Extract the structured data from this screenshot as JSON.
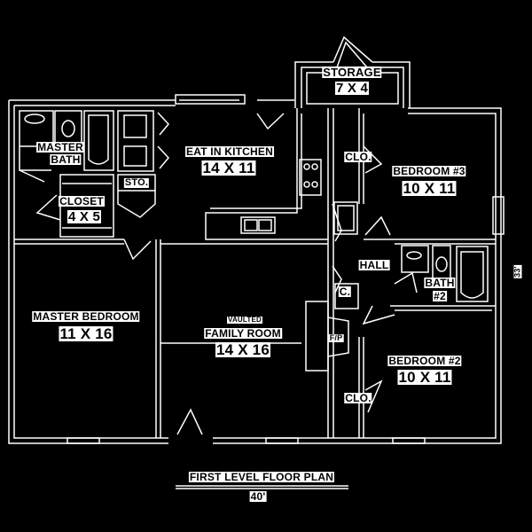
{
  "title": "FIRST LEVEL FLOOR PLAN",
  "dimensions": {
    "width": "40'",
    "depth": "33'"
  },
  "rooms": {
    "storage": {
      "name": "STORAGE",
      "size": "7 X 4"
    },
    "master_bath": {
      "name": "MASTER",
      "name2": "BATH"
    },
    "closet": {
      "name": "CLOSET",
      "size": "4 X 5"
    },
    "storage_small": {
      "name": "STO."
    },
    "kitchen": {
      "name": "EAT IN KITCHEN",
      "size": "14 X 11"
    },
    "bedroom3_closet": {
      "name": "CLO."
    },
    "bedroom3": {
      "name": "BEDROOM #3",
      "size": "10 X 11"
    },
    "hall": {
      "name": "HALL"
    },
    "bath2": {
      "name": "BATH",
      "name2": "#2"
    },
    "coat_closet": {
      "name": "C."
    },
    "master_bedroom": {
      "name": "MASTER BEDROOM",
      "size": "11 X 16"
    },
    "family_room": {
      "note": "VAULTED",
      "name": "FAMILY ROOM",
      "size": "14 X 16"
    },
    "fireplace": {
      "name": "F/P"
    },
    "bedroom2_closet": {
      "name": "CLO."
    },
    "bedroom2": {
      "name": "BEDROOM #2",
      "size": "10 X 11"
    }
  },
  "colors": {
    "background": "#000000",
    "line": "#ffffff",
    "label_bg": "#ffffff",
    "label_text": "#000000"
  }
}
